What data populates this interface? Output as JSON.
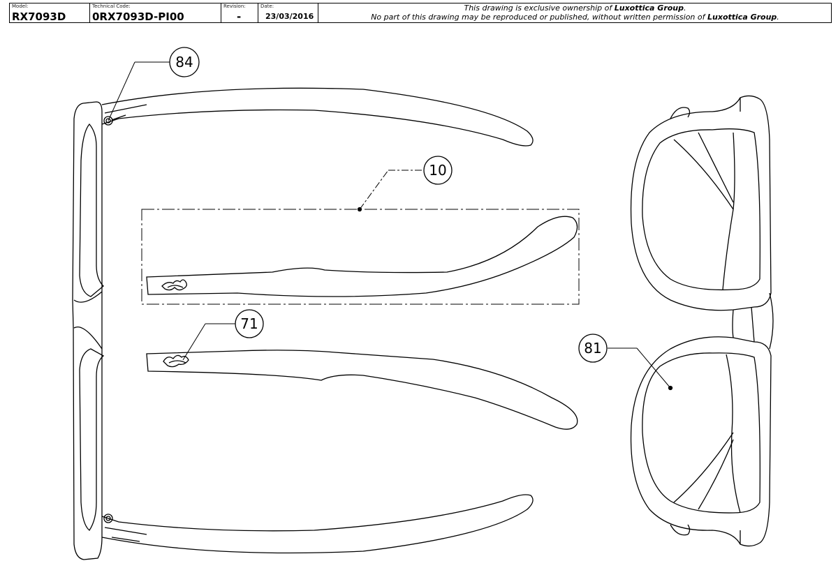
{
  "title_block": {
    "model_label": "Model:",
    "model_value": "RX7093D",
    "code_label": "Technical Code:",
    "code_value": "0RX7093D-PI00",
    "revision_label": "Revision:",
    "revision_value": "-",
    "date_label": "Date:",
    "date_value": "23/03/2016",
    "notice_line1_prefix": "This drawing is exclusive ownership of ",
    "notice_line1_brand": "Luxottica Group",
    "notice_line1_suffix": ".",
    "notice_line2_prefix": "No part of this drawing may be reproduced or published, without written permission of ",
    "notice_line2_brand": "Luxottica Group",
    "notice_line2_suffix": "."
  },
  "callouts": {
    "temple_frame": "84",
    "temple_detail": "10",
    "logo": "71",
    "lens": "81"
  },
  "logo_script": "Ray-Ban",
  "colors": {
    "line": "#000000",
    "background": "#ffffff"
  }
}
